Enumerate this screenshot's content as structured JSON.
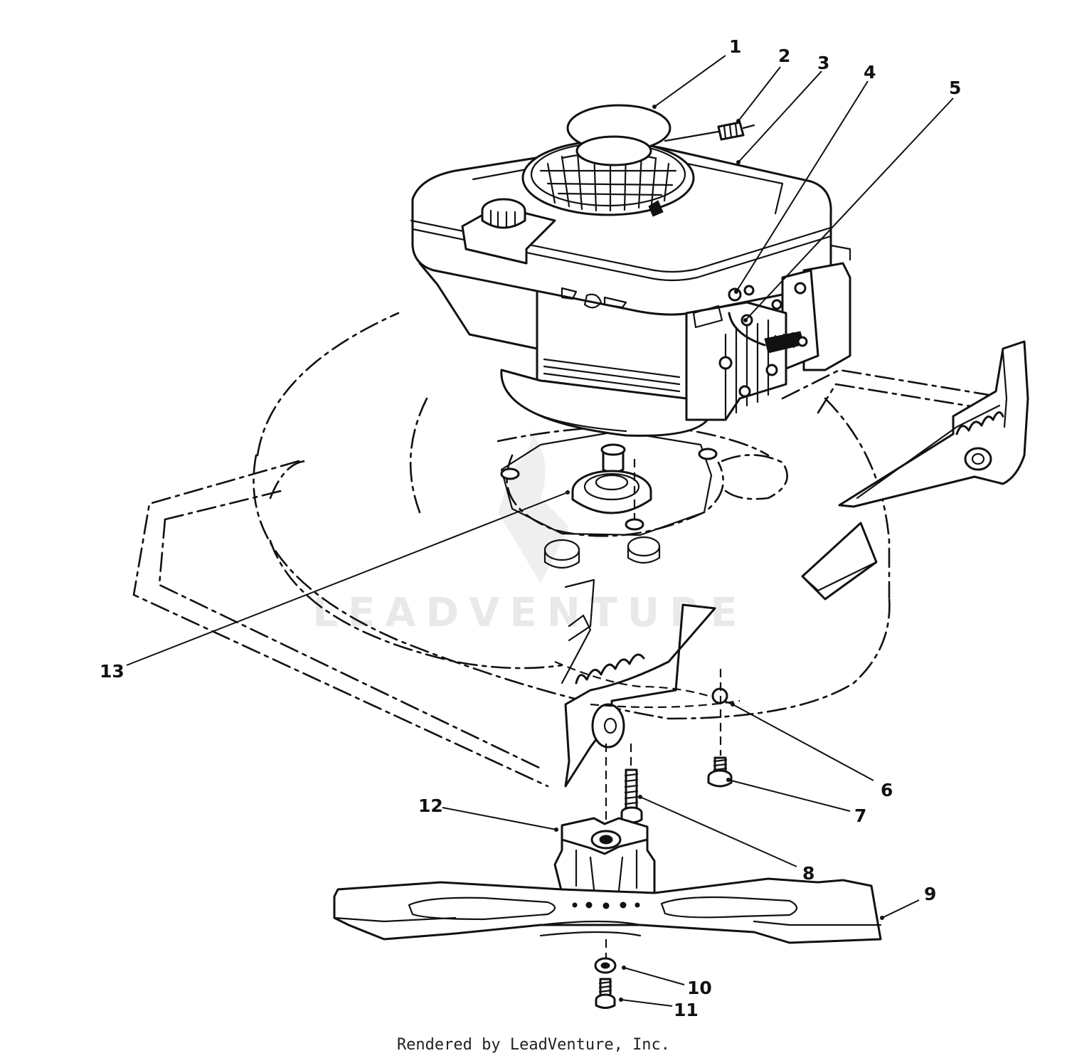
{
  "callouts": [
    "1",
    "2",
    "3",
    "4",
    "5",
    "6",
    "7",
    "8",
    "9",
    "10",
    "11",
    "12",
    "13"
  ],
  "watermark": "LEADVENTURE",
  "footer": "Rendered by LeadVenture, Inc."
}
